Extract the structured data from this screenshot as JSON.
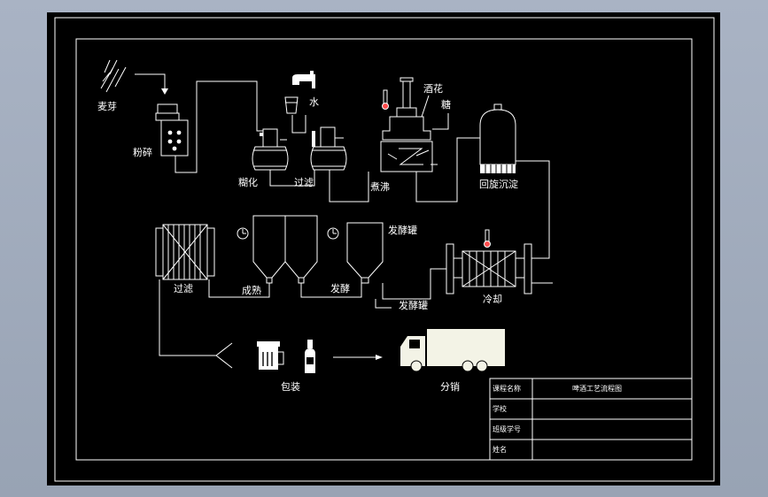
{
  "labels": {
    "malt": "麦芽",
    "crush": "粉碎",
    "water": "水",
    "mash": "糊化",
    "filter_top": "过滤",
    "hops": "酒花",
    "sugar": "糖",
    "boil": "煮沸",
    "whirlpool": "回旋沉淀",
    "ferment_tank_top": "发酵罐",
    "filter_bottom": "过滤",
    "mature": "成熟",
    "ferment": "发酵",
    "ferment_tank_bottom": "发酵罐",
    "cool": "冷却",
    "package": "包装",
    "distribute": "分销"
  },
  "title_block": {
    "course_name_label": "课程名称",
    "course_name_value": "啤酒工艺流程图",
    "school_label": "学校",
    "school_value": "",
    "class_id_label": "班级学号",
    "class_id_value": "",
    "name_label": "姓名",
    "name_value": ""
  },
  "colors": {
    "background": "#a9b3c4",
    "sheet": "#000000",
    "lines": "#ffffff",
    "truck": "#f3f3e6",
    "thermometer": "#ff4d4d"
  }
}
